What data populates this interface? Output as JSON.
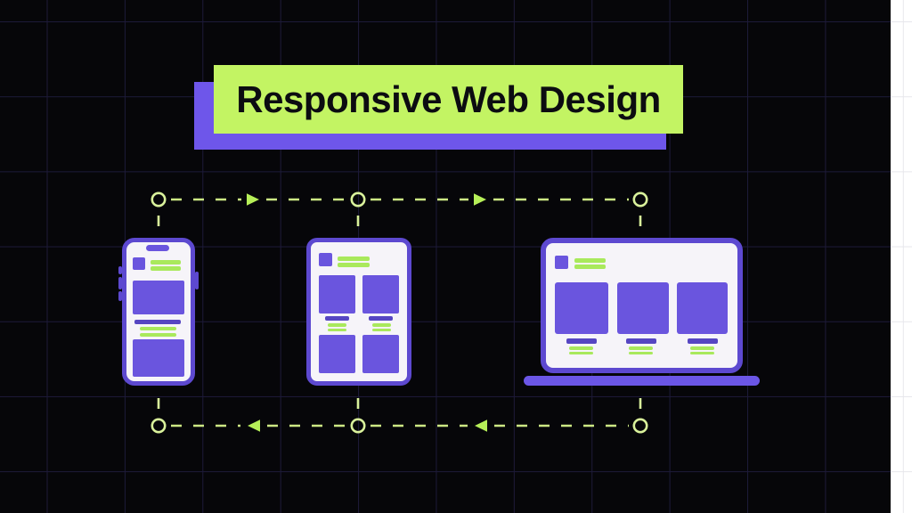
{
  "title": {
    "label": "Responsive Web Design"
  },
  "banner": {
    "face_color": "#c3f463",
    "shadow_color": "#6e56ea",
    "text_color": "#0c0c11"
  },
  "canvas": {
    "board_background": "#060609",
    "board_grid_line": "#1d1a39",
    "page_background": "#ffffff",
    "page_grid_line": "#e7e7ec"
  },
  "devices": [
    {
      "name": "smartphone",
      "icon": "smartphone-mockup-icon",
      "content_columns": 1,
      "content_rows": 2
    },
    {
      "name": "tablet",
      "icon": "tablet-mockup-icon",
      "content_columns": 2,
      "content_rows": 2
    },
    {
      "name": "laptop",
      "icon": "laptop-mockup-icon",
      "content_columns": 3,
      "content_rows": 1
    }
  ],
  "flow": {
    "top": {
      "direction": "left-to-right",
      "icon": "dashed-arrow-right-icon"
    },
    "bottom": {
      "direction": "right-to-left",
      "icon": "dashed-arrow-left-icon"
    },
    "node_icon": "circle-node-icon",
    "node_color": "#d9f19b",
    "dash_color": "#cce884",
    "arrowhead_color": "#b6ef58"
  },
  "palette": {
    "device_border": "#5d49d0",
    "device_body": "#f6f4f9",
    "block_purple": "#6a55de",
    "bar_purple": "#5646c2",
    "line_green": "#a9e95c",
    "laptop_base": "#6b56e6"
  }
}
